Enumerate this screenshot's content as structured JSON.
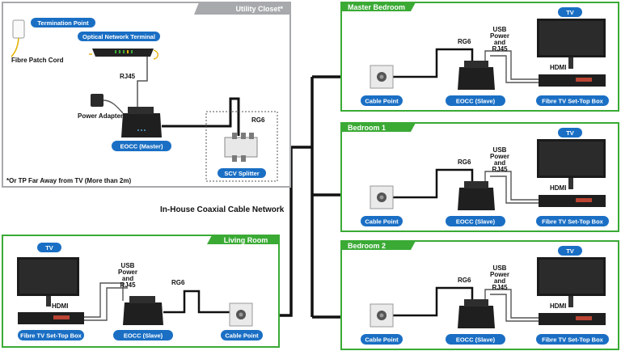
{
  "diagram": {
    "center_label": "In-House Coaxial Cable Network",
    "colors": {
      "green": "#3aaa35",
      "blue": "#1a6fc4",
      "closet_gray": "#a7a9ac",
      "cable": "#111111"
    },
    "utility_closet": {
      "title": "Utility Closet*",
      "termination_point": "Termination Point",
      "ont": "Optical Network Terminal",
      "patch_cord": "Fibre Patch Cord",
      "rj45": "RJ45",
      "power_adapter": "Power Adapter",
      "eocc_master": "EOCC (Master)",
      "rg6": "RG6",
      "splitter": "SCV Splitter",
      "note": "*Or TP Far Away from TV (More than 2m)"
    },
    "rooms": [
      {
        "title": "Master Bedroom",
        "tv": "TV",
        "usb": "USB\nPower\nand\nRJ45",
        "rg6": "RG6",
        "hdmi": "HDMI",
        "cable_point": "Cable Point",
        "eocc": "EOCC (Slave)",
        "stb": "Fibre TV Set-Top Box"
      },
      {
        "title": "Bedroom 1",
        "tv": "TV",
        "usb": "USB\nPower\nand\nRJ45",
        "rg6": "RG6",
        "hdmi": "HDMI",
        "cable_point": "Cable Point",
        "eocc": "EOCC (Slave)",
        "stb": "Fibre TV Set-Top Box"
      },
      {
        "title": "Bedroom 2",
        "tv": "TV",
        "usb": "USB\nPower\nand\nRJ45",
        "rg6": "RG6",
        "hdmi": "HDMI",
        "cable_point": "Cable Point",
        "eocc": "EOCC (Slave)",
        "stb": "Fibre TV Set-Top Box"
      }
    ],
    "living_room": {
      "title": "Living Room",
      "tv": "TV",
      "usb": "USB\nPower\nand\nRJ45",
      "rg6": "RG6",
      "hdmi": "HDMI",
      "cable_point": "Cable Point",
      "eocc": "EOCC (Slave)",
      "stb": "Fibre TV Set-Top Box"
    }
  }
}
